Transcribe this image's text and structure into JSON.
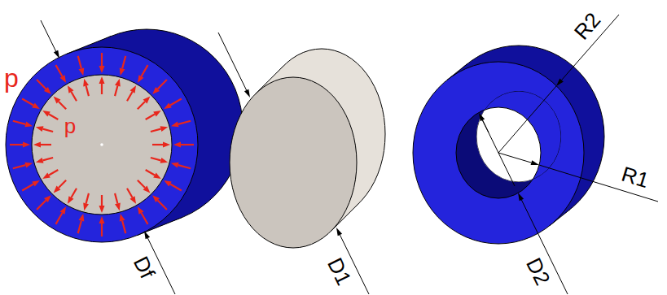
{
  "diagram": {
    "labels": [
      "p",
      "p",
      "Df",
      "D1",
      "D2",
      "R2",
      "R1"
    ]
  }
}
